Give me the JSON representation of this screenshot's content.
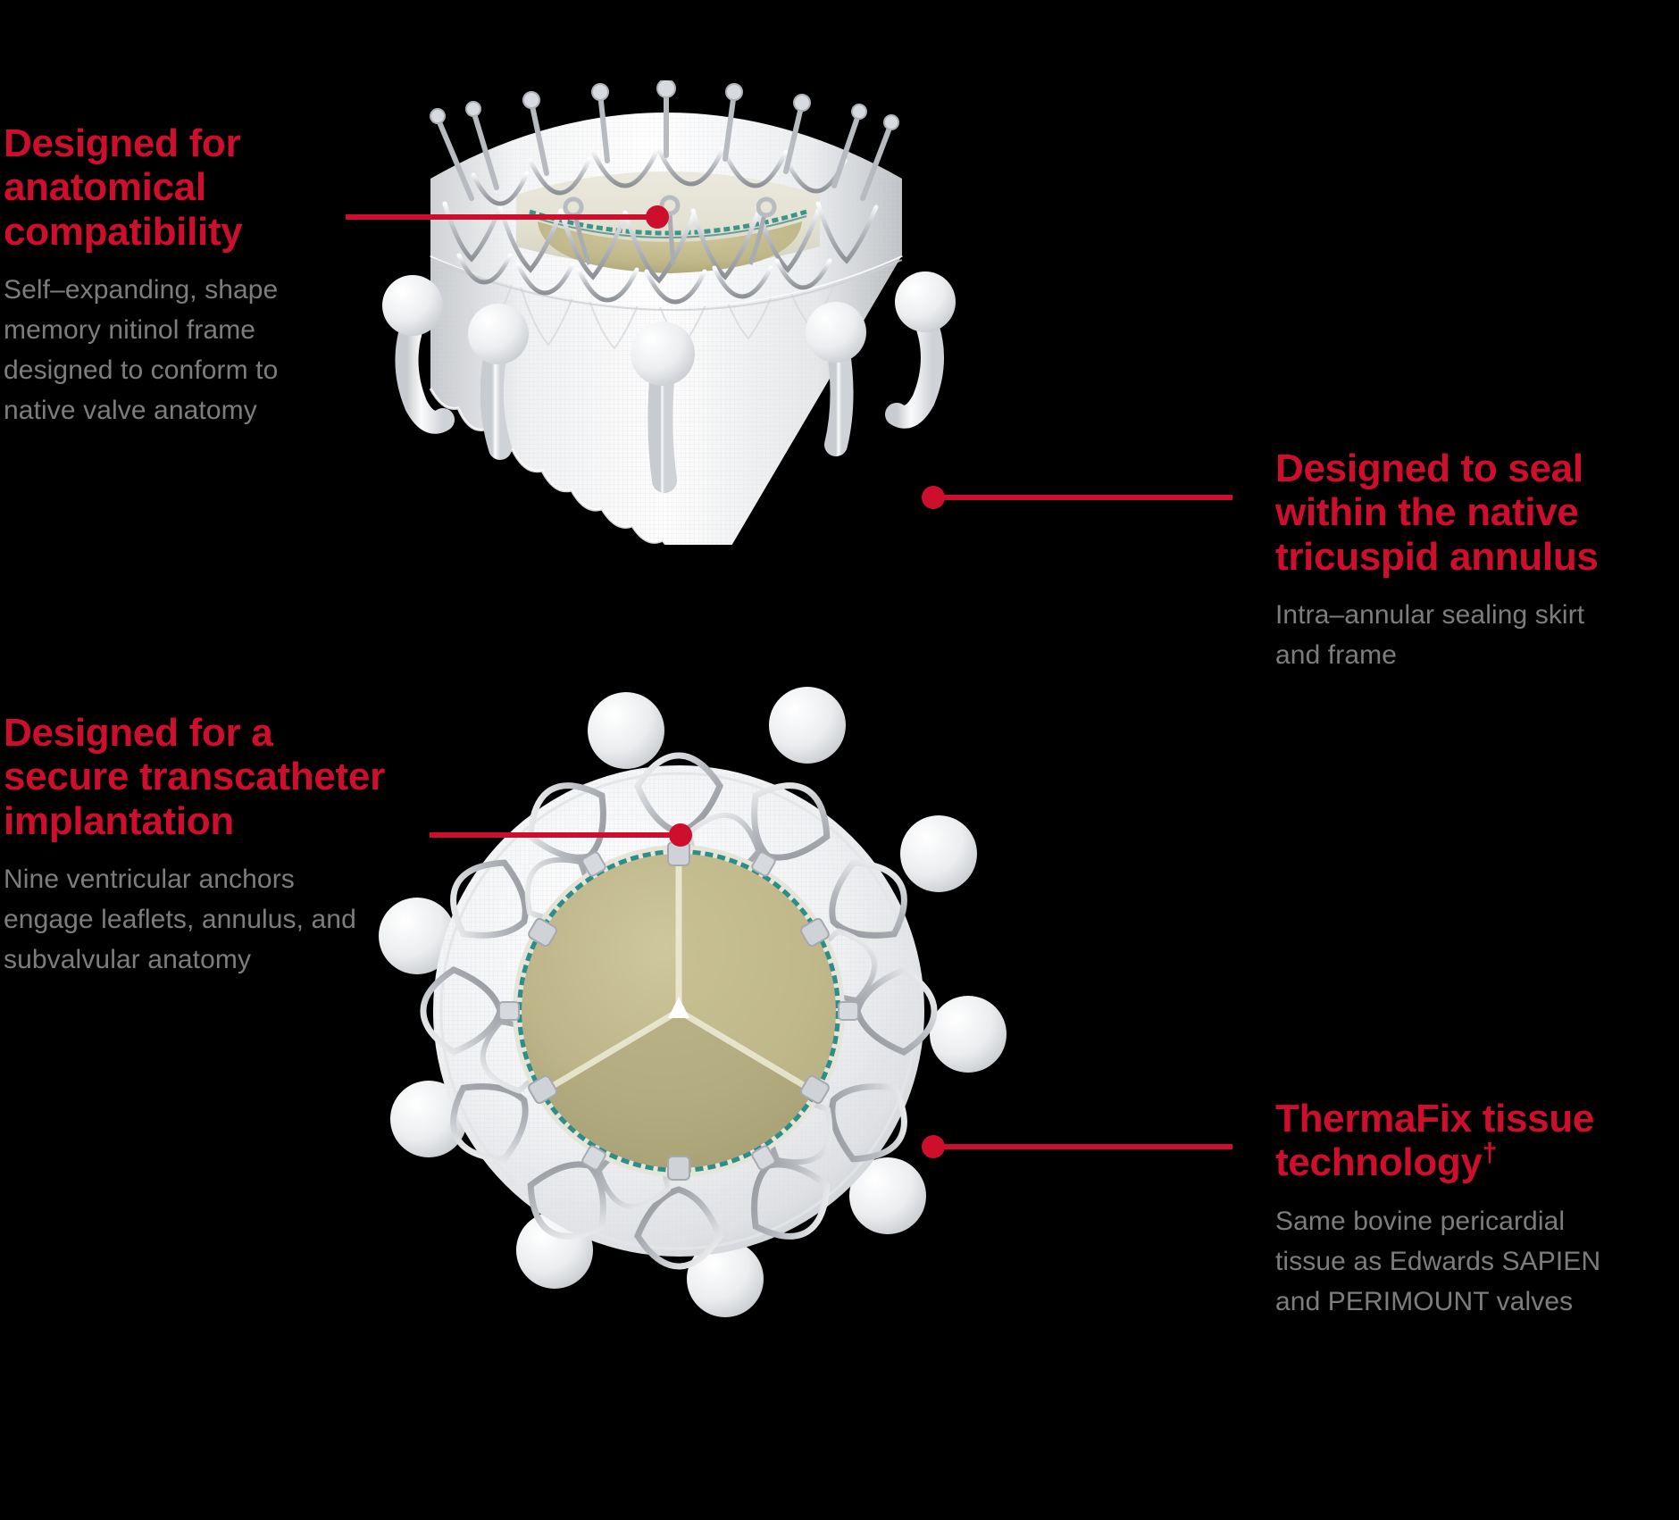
{
  "page": {
    "background_color": "#000000",
    "accent_color": "#ce0e2d",
    "body_text_color": "#7d7d7d"
  },
  "callouts": [
    {
      "id": "anatomical",
      "heading": "Designed for\nanatomical\ncompatibility",
      "body": "Self–expanding, shape\nmemory nitinol frame\ndesigned to conform to\nnative valve anatomy",
      "position": "top-left"
    },
    {
      "id": "seal",
      "heading": "Designed to seal\nwithin the native\ntricuspid annulus",
      "body": "Intra–annular sealing skirt\nand frame",
      "position": "middle-right"
    },
    {
      "id": "implantation",
      "heading": "Designed for a\nsecure transcatheter\nimplantation",
      "body": "Nine ventricular anchors\nengage leaflets, annulus, and\nsubvalvular anatomy",
      "position": "middle-left"
    },
    {
      "id": "thermafix",
      "heading": "ThermaFix tissue\ntechnology",
      "heading_superscript": "†",
      "body": "Same bovine pericardial\ntissue as Edwards SAPIEN\nand PERIMOUNT valves",
      "position": "bottom-right"
    }
  ],
  "leaders": [
    {
      "id": "anatomical",
      "points_to": "upper-frame-skirt"
    },
    {
      "id": "seal",
      "points_to": "sealing-skirt-body"
    },
    {
      "id": "implantation",
      "points_to": "ventricular-anchor"
    },
    {
      "id": "thermafix",
      "points_to": "pericardial-leaflet"
    }
  ],
  "device": {
    "name": "transcatheter tricuspid valve replacement",
    "views": [
      {
        "id": "side",
        "label": "perspective side view"
      },
      {
        "id": "top",
        "label": "top-down inflow view"
      }
    ],
    "anchor_count": 9,
    "leaflet_count": 3,
    "colors": {
      "skirt_fabric": "#f2f2f3",
      "nitinol_frame": "#c9ccd0",
      "leaflet_tissue": "#b5ad7e",
      "suture_ring": "#2c8e86",
      "anchor": "#e9eaec"
    }
  }
}
